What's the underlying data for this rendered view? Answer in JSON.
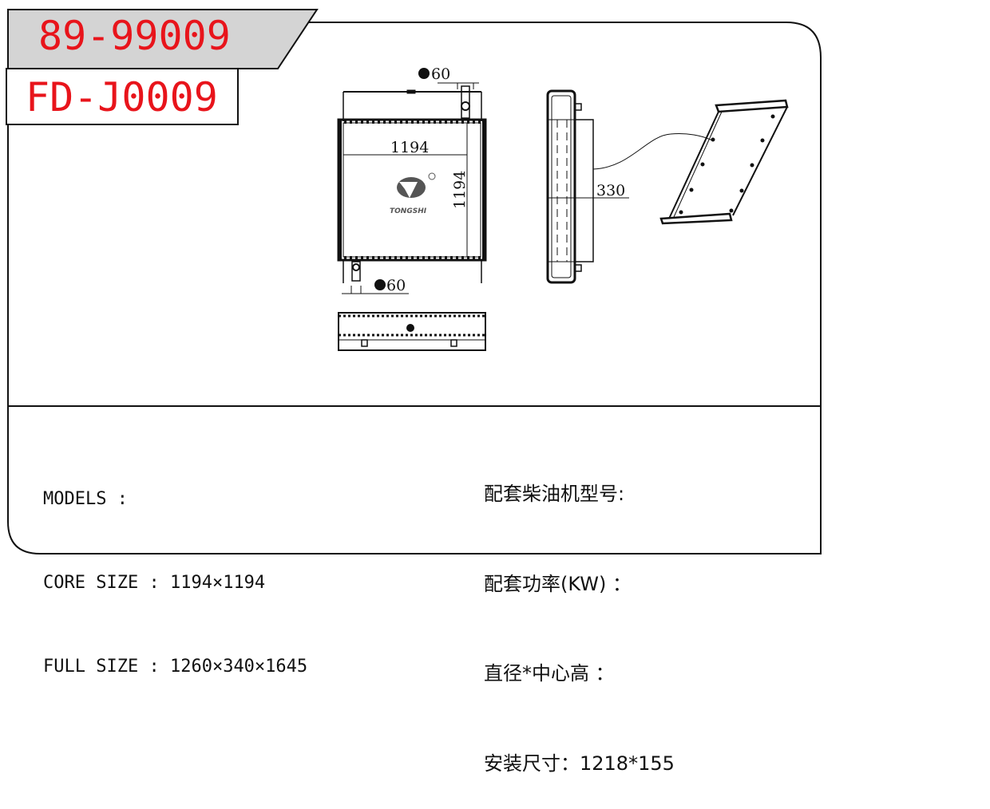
{
  "header": {
    "code_primary": "89-99009",
    "code_secondary": "FD-J0009"
  },
  "drawing": {
    "pipe_top_label": "60",
    "pipe_bottom_label": "60",
    "core_width_label": "1194",
    "core_height_label": "1194",
    "depth_label": "330",
    "brand": "TONGSHI",
    "registered_mark": "®"
  },
  "specs_left": [
    {
      "label": "MODELS",
      "sep": " :",
      "value": ""
    },
    {
      "label": "CORE SIZE",
      "sep": " : ",
      "value": "1194×1194"
    },
    {
      "label": "FULL SIZE",
      "sep": " : ",
      "value": "1260×340×1645"
    }
  ],
  "specs_right": [
    {
      "label": "配套柴油机型号:",
      "value": ""
    },
    {
      "label": "配套功率(KW) ：",
      "value": ""
    },
    {
      "label": "直径*中心高 ：",
      "value": ""
    },
    {
      "label": "安装尺寸：",
      "value": "1218*155"
    }
  ],
  "colors": {
    "code_text": "#e8141b",
    "header_fill": "#d4d4d4",
    "line": "#111111"
  }
}
